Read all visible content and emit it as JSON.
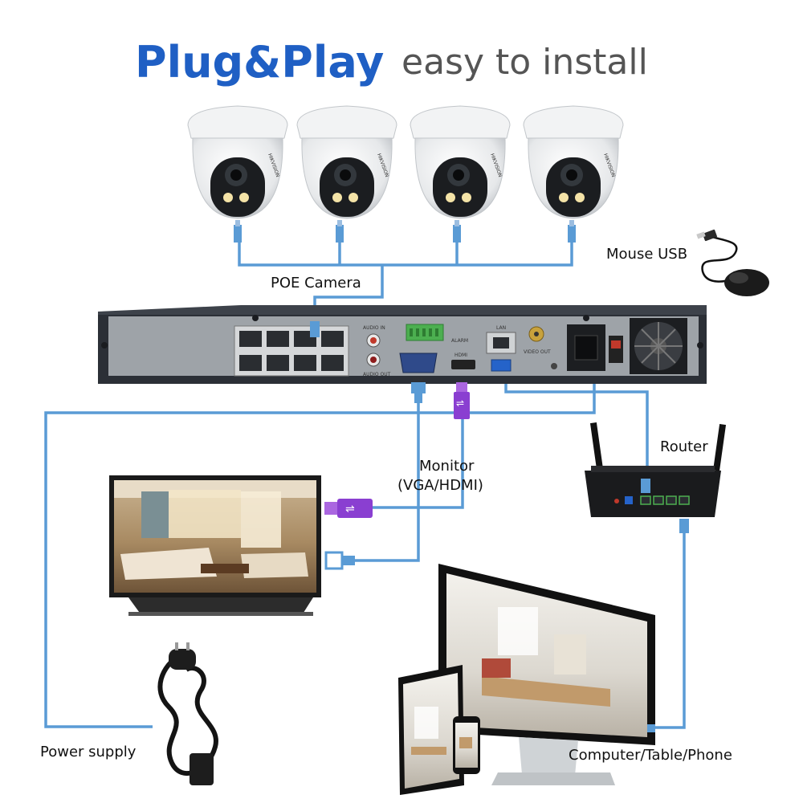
{
  "header": {
    "title_strong": "Plug&Play",
    "title_light": "easy to install"
  },
  "labels": {
    "poe_camera": "POE Camera",
    "mouse_usb": "Mouse USB",
    "router": "Router",
    "monitor_line1": "Monitor",
    "monitor_line2": "(VGA/HDMI)",
    "power_supply": "Power supply",
    "devices": "Computer/Table/Phone"
  },
  "camera": {
    "brand": "HIKVISION",
    "count": 4
  },
  "nvr_ports": {
    "audio_in": "AUDIO IN",
    "audio_out": "AUDIO OUT",
    "vga": "VGA",
    "hdmi": "HDMI",
    "lan": "LAN",
    "alarm": "ALARM",
    "video_out": "VIDEO OUT"
  },
  "colors": {
    "title_blue": "#1f5fc4",
    "cable_blue": "#5a9bd5",
    "usb_purple": "#8a3fd1",
    "nvr_body": "#2b2f36",
    "nvr_panel": "#9ea3a8"
  }
}
